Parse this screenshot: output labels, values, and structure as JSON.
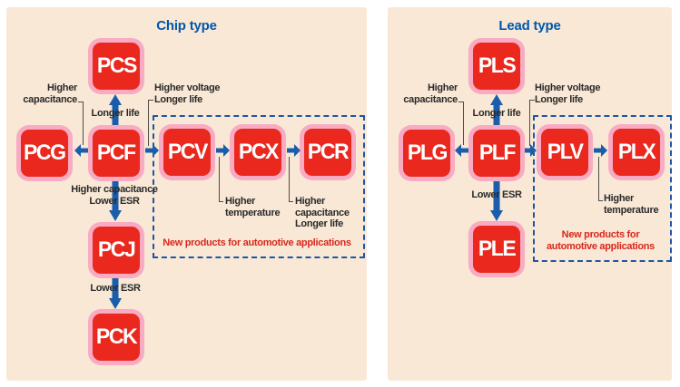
{
  "colors": {
    "panel_bg": "#f9e8d6",
    "box_pink": "#f8abc2",
    "box_red": "#ea281e",
    "box_text": "#ffffff",
    "arrow": "#1a5dab",
    "dashed": "#1d55a5",
    "title": "#0057ac",
    "label": "#2a2a2a",
    "connector": "#4d4d4d",
    "note": "#d7281c"
  },
  "left_panel": {
    "title": "Chip type",
    "boxes": {
      "pcs": "PCS",
      "pcg": "PCG",
      "pcf": "PCF",
      "pcv": "PCV",
      "pcx": "PCX",
      "pcr": "PCR",
      "pcj": "PCJ",
      "pck": "PCK"
    },
    "labels": {
      "higher_capacitance": "Higher\ncapacitance",
      "longer_life": "Longer life",
      "higher_voltage_longer_life": "Higher voltage\nLonger life",
      "higher_capacitance_lower_esr": "Higher capacitance\nLower ESR",
      "higher_temperature": "Higher\ntemperature",
      "higher_capacitance_longer_life": "Higher\ncapacitance\nLonger life",
      "lower_esr": "Lower ESR",
      "automotive_note": "New products for automotive applications"
    }
  },
  "right_panel": {
    "title": "Lead type",
    "boxes": {
      "pls": "PLS",
      "plg": "PLG",
      "plf": "PLF",
      "plv": "PLV",
      "plx": "PLX",
      "ple": "PLE"
    },
    "labels": {
      "higher_capacitance": "Higher\ncapacitance",
      "longer_life": "Longer life",
      "higher_voltage_longer_life": "Higher voltage\nLonger life",
      "lower_esr_top": "Lower ESR",
      "higher_temperature": "Higher\ntemperature",
      "automotive_note": "New products for\nautomotive applications"
    }
  }
}
